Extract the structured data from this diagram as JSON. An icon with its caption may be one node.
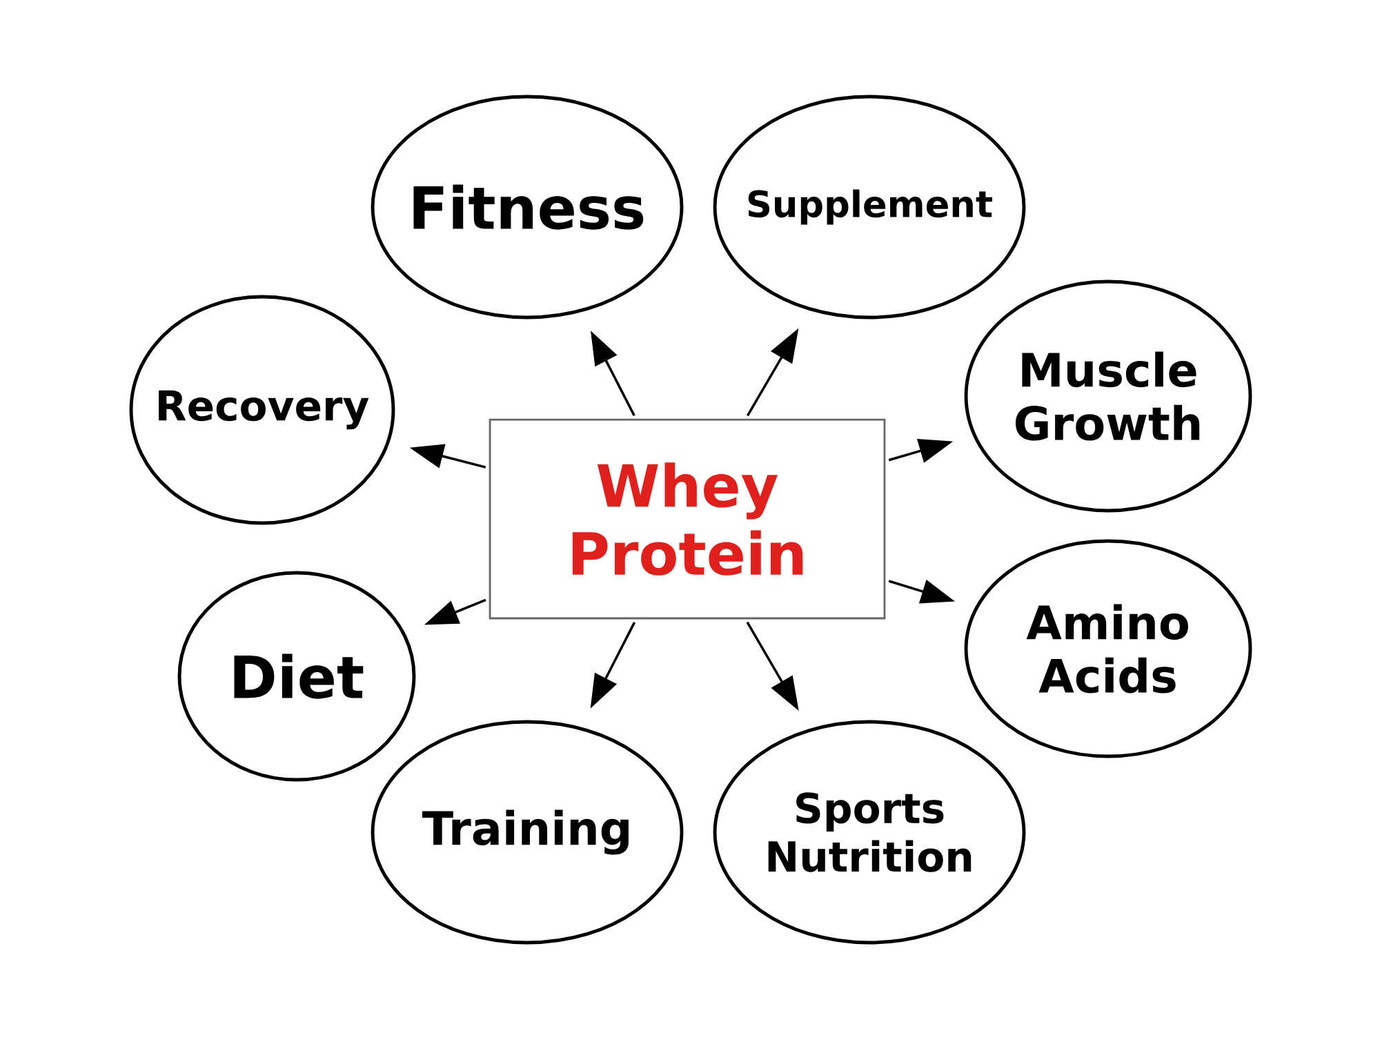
{
  "diagram": {
    "nodes": [
      {
        "text": [
          "Whey Protein"
        ]
      },
      {
        "text": [
          "Fitness"
        ]
      },
      {
        "text": [
          "Supplement"
        ]
      },
      {
        "text": [
          "Recovery"
        ]
      },
      {
        "text": [
          "Muscle Growth"
        ]
      },
      {
        "text": [
          "Diet"
        ]
      },
      {
        "text": [
          "Amino Acids"
        ]
      },
      {
        "text": [
          "Training"
        ]
      },
      {
        "text": [
          "Sports Nutrition"
        ]
      }
    ],
    "edges": [
      {
        "from": 0,
        "to": 1,
        "arrow": "to"
      },
      {
        "from": 0,
        "to": 2,
        "arrow": "to"
      },
      {
        "from": 0,
        "to": 3,
        "arrow": "to"
      },
      {
        "from": 0,
        "to": 4,
        "arrow": "to"
      },
      {
        "from": 0,
        "to": 5,
        "arrow": "to"
      },
      {
        "from": 0,
        "to": 6,
        "arrow": "to"
      },
      {
        "from": 0,
        "to": 7,
        "arrow": "to"
      },
      {
        "from": 0,
        "to": 8,
        "arrow": "to"
      }
    ]
  }
}
